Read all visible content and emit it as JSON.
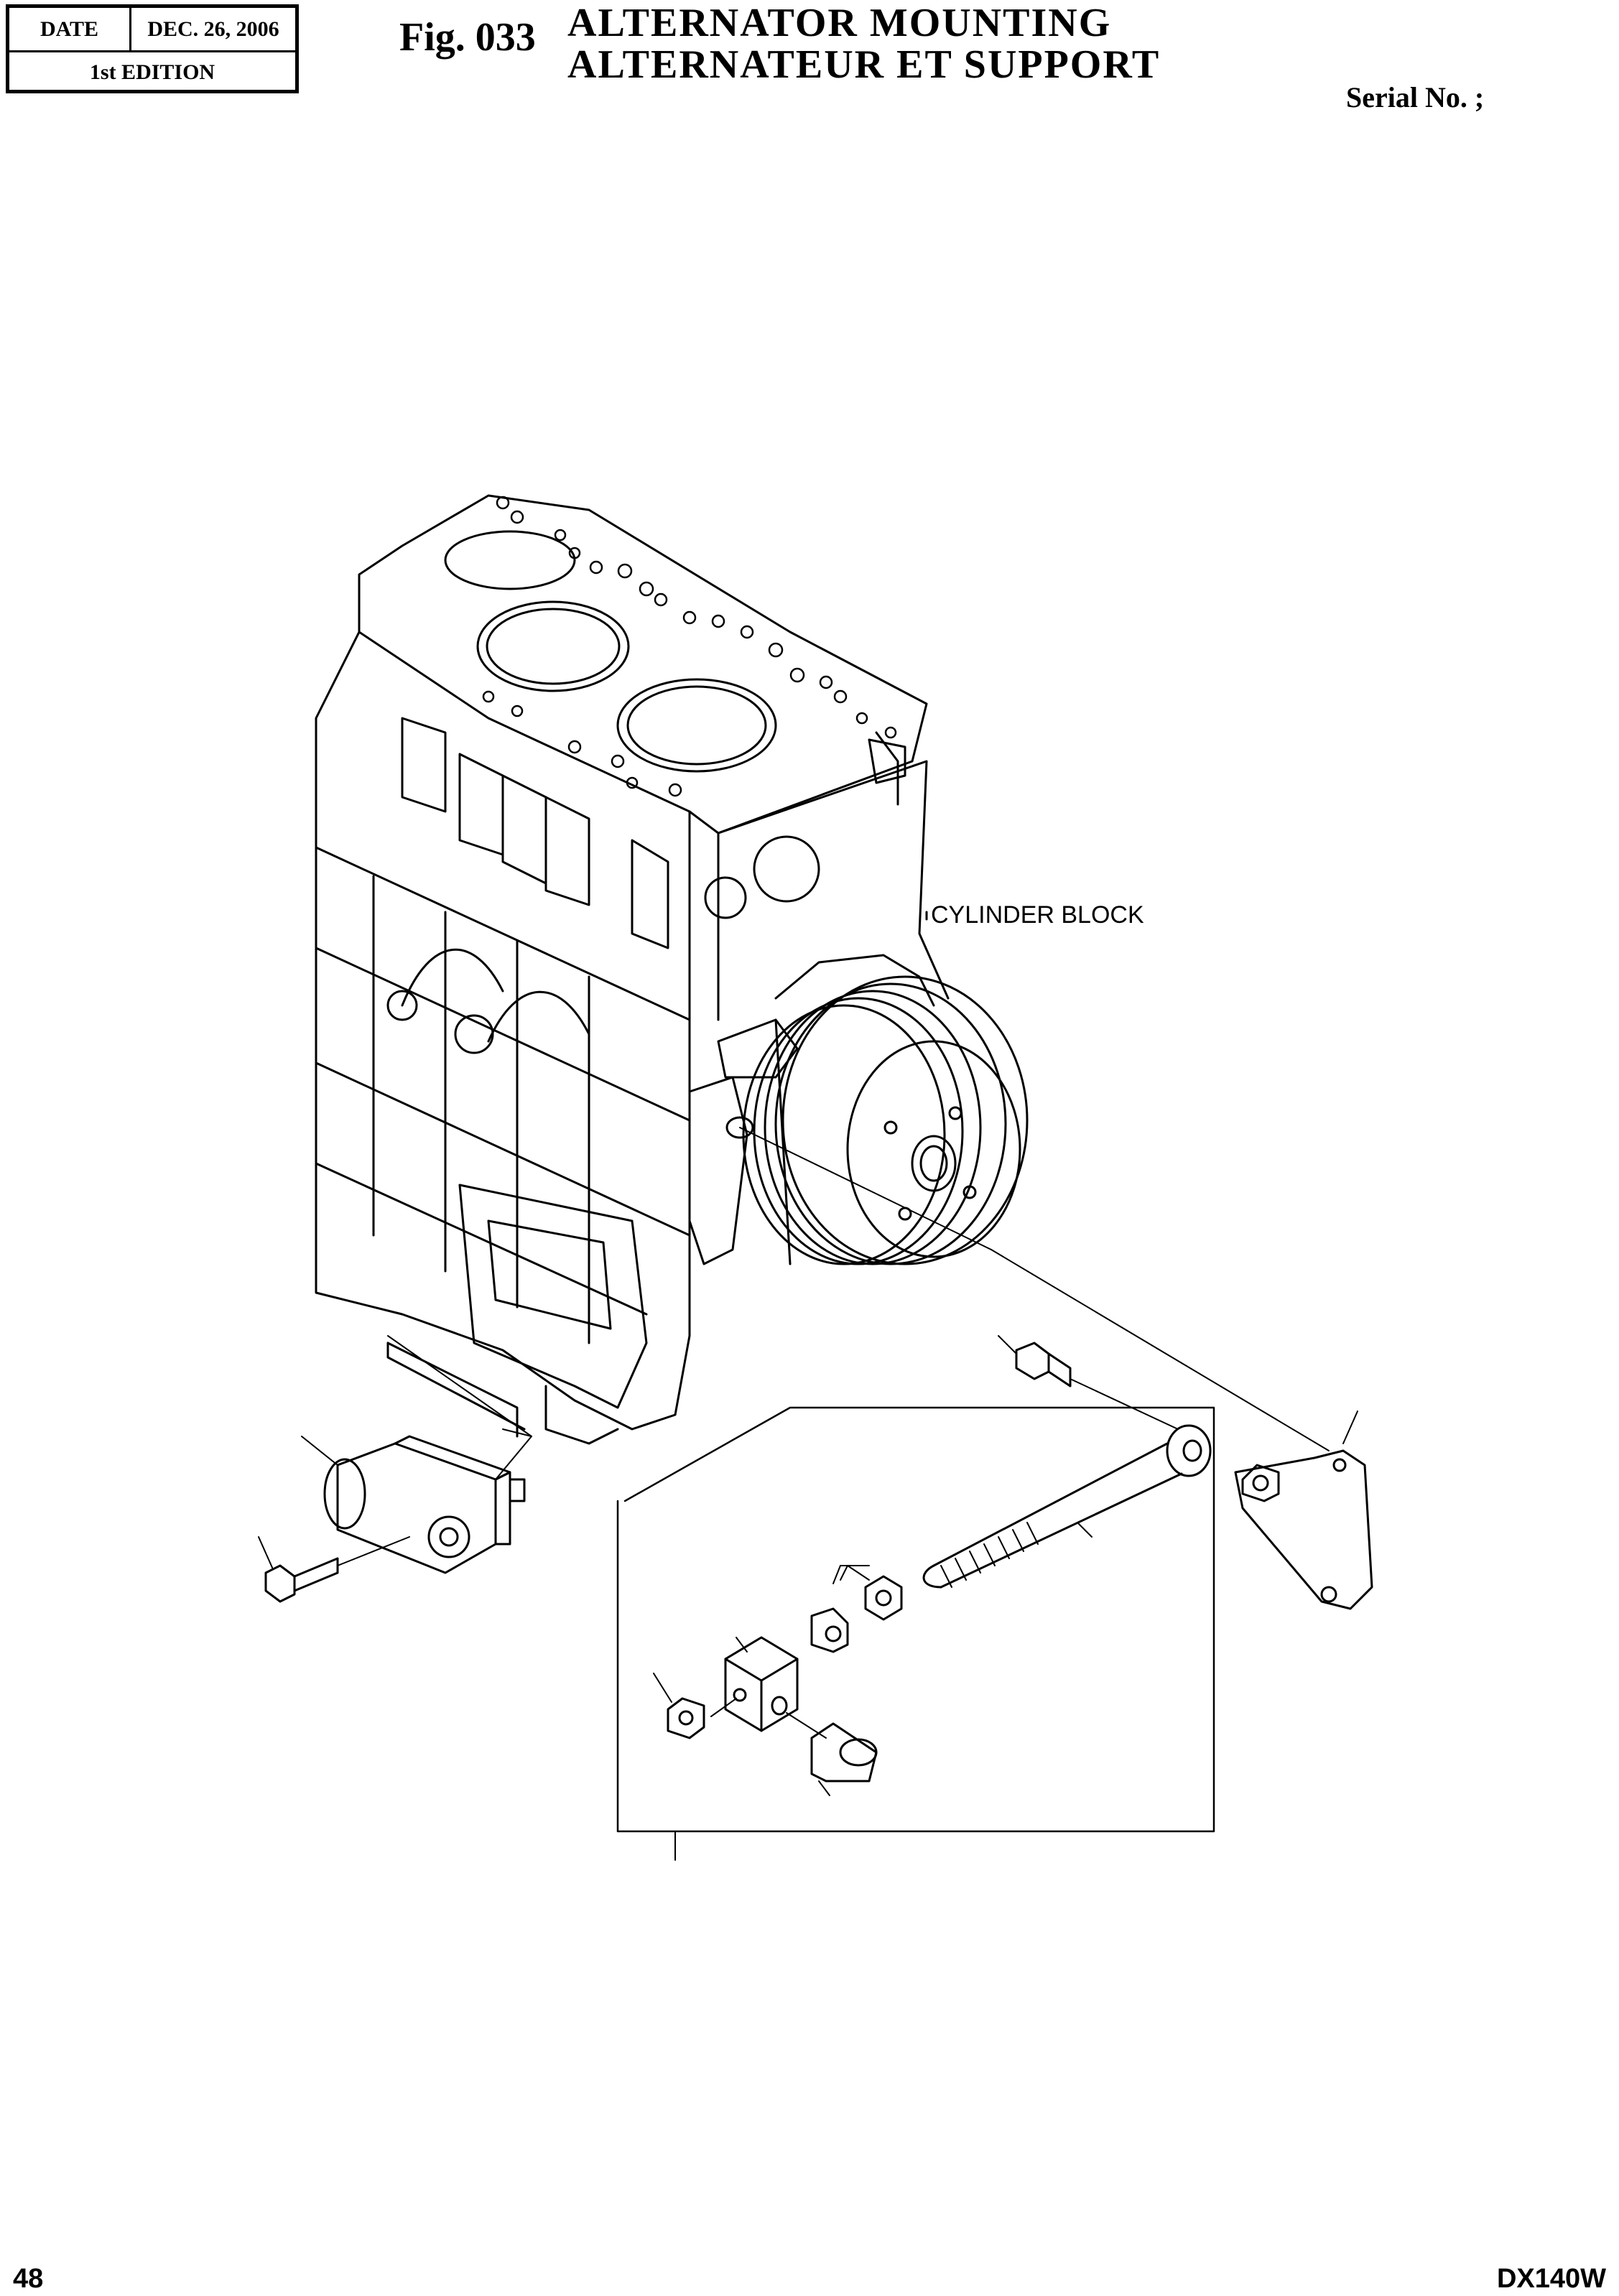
{
  "header": {
    "date_label": "DATE",
    "date_value": "DEC. 26, 2006",
    "edition": "1st EDITION",
    "fig_label": "Fig. 033",
    "title_en": "ALTERNATOR MOUNTING",
    "title_fr": "ALTERNATEUR ET SUPPORT",
    "serial": "Serial No. ;"
  },
  "drawing": {
    "callout_cylinder_block": "CYLINDER BLOCK"
  },
  "footer": {
    "page_number": "48",
    "model": "DX140W"
  }
}
